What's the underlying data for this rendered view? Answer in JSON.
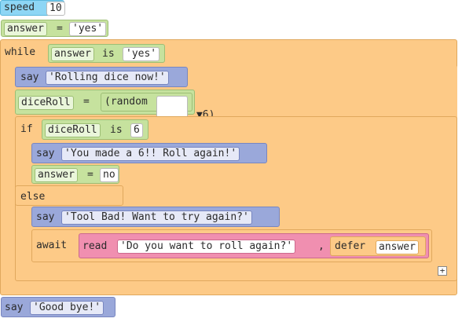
{
  "blocks": {
    "speed": {
      "keyword": "speed",
      "value": "10"
    },
    "answer_assign": {
      "var": "answer",
      "op": "=",
      "value": "'yes'"
    },
    "while": {
      "keyword": "while",
      "var": "answer",
      "op": "is",
      "value": "'yes'"
    },
    "say_rolling": {
      "keyword": "say",
      "text": "'Rolling dice now!'"
    },
    "dice_assign": {
      "var": "diceRoll",
      "op": "=",
      "open": "(random",
      "arrow": "▼",
      "value": "6)"
    },
    "if": {
      "keyword": "if",
      "var": "diceRoll",
      "op": "is",
      "value": "6"
    },
    "say_six": {
      "keyword": "say",
      "text": "'You made a 6!! Roll again!'"
    },
    "answer_no": {
      "var": "answer",
      "op": "=",
      "value": "no"
    },
    "else": {
      "keyword": "else"
    },
    "say_bad": {
      "keyword": "say",
      "text": "'Tool Bad! Want to try again?'"
    },
    "await": {
      "keyword": "await",
      "read": "read",
      "prompt": "'Do you want to roll again?'",
      "comma": ",",
      "defer": "defer",
      "var": "answer"
    },
    "plus": "+",
    "say_bye": {
      "keyword": "say",
      "text": "'Good bye!'"
    }
  },
  "colors": {
    "control": "#fdca87",
    "variable": "#c6e29e",
    "say": "#9aa8da",
    "read": "#f08fb0",
    "speed": "#8dd6f5"
  }
}
